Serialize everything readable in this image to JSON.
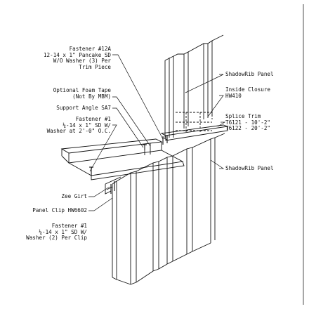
{
  "labels": {
    "fastener_12a": {
      "line1": "Fastener #12A",
      "line2": "12-14 x 1\" Pancake SD",
      "line3": "W/O Washer (3) Per",
      "line4": "Trim Piece"
    },
    "foam_tape": {
      "line1": "Optional Foam Tape",
      "line2": "(Not By MBM)"
    },
    "support_angle": "Support Angle SA7",
    "fastener_1_top": {
      "line1": "Fastener #1",
      "line2": "¼-14 x 1\" SD W/",
      "line3": "Washer at 2'-0\" O.C."
    },
    "zee_girt": "Zee Girt",
    "panel_clip": "Panel Clip HW6602",
    "fastener_1_bottom": {
      "line1": "Fastener #1",
      "line2": "¼-14 x 1\" SD W/",
      "line3": "Washer (2) Per Clip"
    },
    "shadowrib_top": "ShadowRib Panel",
    "inside_closure": {
      "line1": "Inside Closure",
      "line2": "HW410"
    },
    "splice_trim": {
      "line1": "Splice Trim",
      "line2": "T6121 - 10'-2\"",
      "line3": "T6122 - 20'-2\""
    },
    "shadowrib_bottom": "ShadowRib Panel"
  }
}
